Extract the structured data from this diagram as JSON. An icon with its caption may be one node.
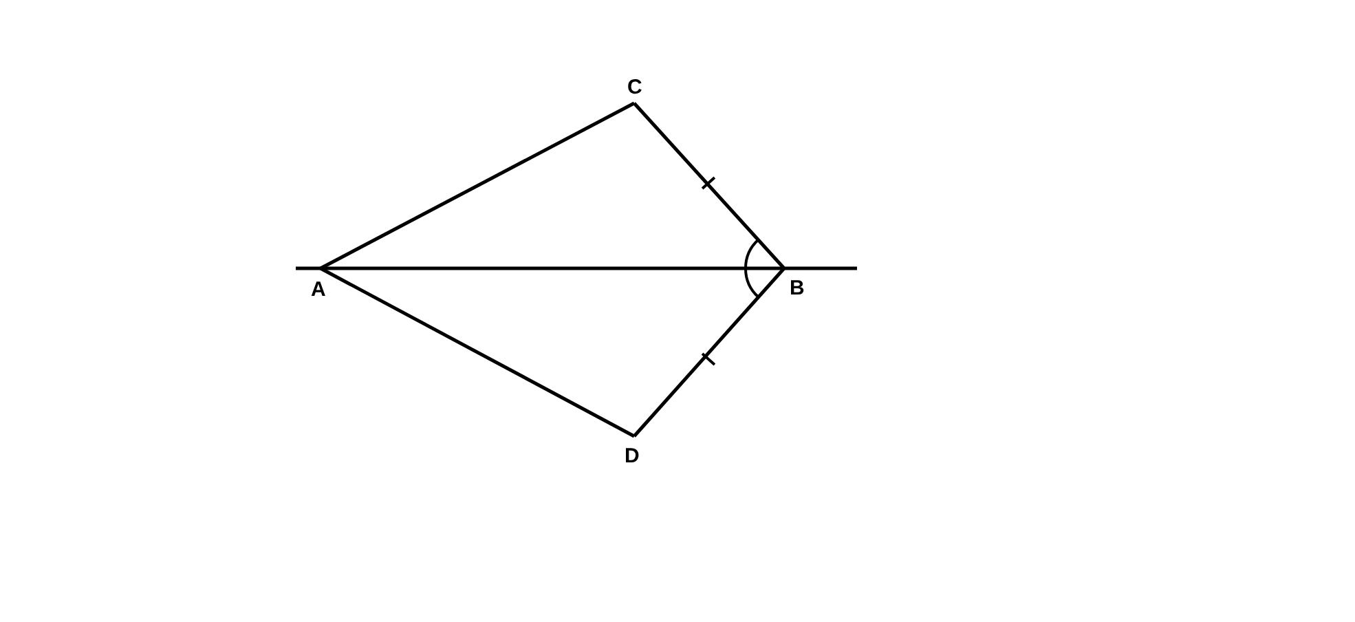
{
  "diagram": {
    "nodes": [
      {
        "text": [
          "C"
        ]
      },
      {
        "text": [
          "A"
        ]
      },
      {
        "text": [
          "B"
        ]
      },
      {
        "text": [
          "D"
        ]
      }
    ],
    "edges": [
      {
        "from": 1,
        "to": 0,
        "arrow": "none"
      },
      {
        "from": 0,
        "to": 2,
        "arrow": "none"
      },
      {
        "from": 1,
        "to": 2,
        "arrow": "none"
      },
      {
        "from": 1,
        "to": 3,
        "arrow": "none"
      },
      {
        "from": 3,
        "to": 2,
        "arrow": "none"
      }
    ]
  }
}
